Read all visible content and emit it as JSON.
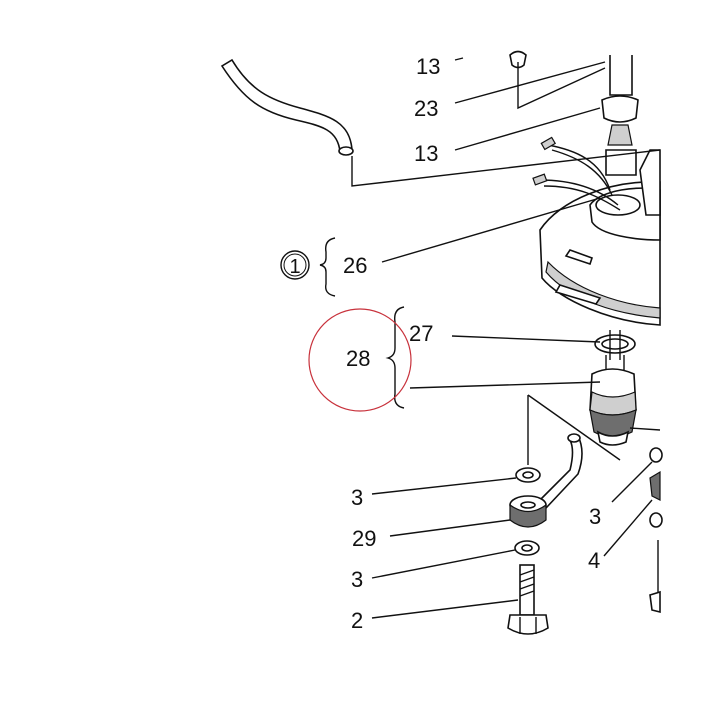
{
  "diagram": {
    "labels": {
      "l13a": "13",
      "l23": "23",
      "l13b": "13",
      "l26": "26",
      "l27": "27",
      "l28": "28",
      "l3a": "3",
      "l29": "29",
      "l3b": "3",
      "l2": "2",
      "l3c": "3",
      "l4": "4"
    },
    "group_marker": "①",
    "highlight_color": "#c8323c"
  }
}
